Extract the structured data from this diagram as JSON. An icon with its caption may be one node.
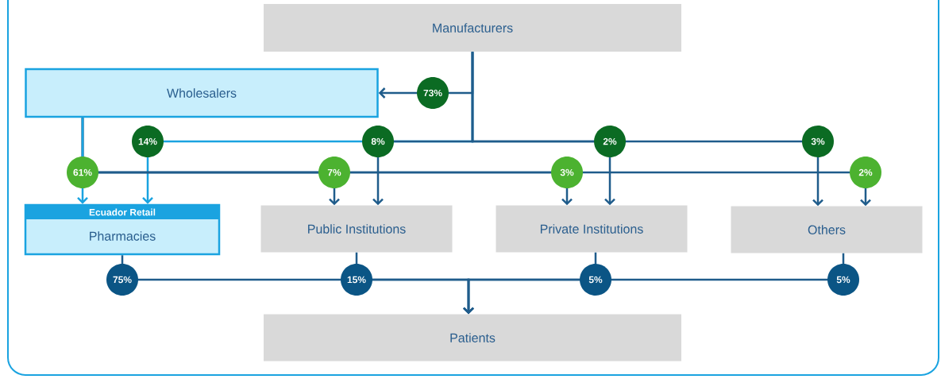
{
  "diagram": {
    "nodes": [
      {
        "text": [
          "Manufacturers"
        ]
      },
      {
        "text": [
          "Wholesalers"
        ]
      },
      {
        "text": [
          "Ecuador Retail",
          "Pharmacies"
        ]
      },
      {
        "text": [
          "Public Institutions"
        ]
      },
      {
        "text": [
          "Private Institutions"
        ]
      },
      {
        "text": [
          "Others"
        ]
      },
      {
        "text": [
          "Patients"
        ]
      }
    ],
    "edges": [
      {
        "from": 0,
        "to": 1,
        "arrow": "to",
        "label": "73%"
      },
      {
        "from": 0,
        "to": 2,
        "arrow": "to",
        "label": "14%",
        "color": "#1aa3e0"
      },
      {
        "from": 0,
        "to": 3,
        "arrow": "to",
        "label": "8%"
      },
      {
        "from": 0,
        "to": 4,
        "arrow": "to",
        "label": "2%"
      },
      {
        "from": 0,
        "to": 5,
        "arrow": "to",
        "label": "3%"
      },
      {
        "from": 1,
        "to": 2,
        "arrow": "to",
        "label": "61%",
        "color": "#1aa3e0"
      },
      {
        "from": 1,
        "to": 3,
        "arrow": "to",
        "label": "7%"
      },
      {
        "from": 1,
        "to": 4,
        "arrow": "to",
        "label": "3%"
      },
      {
        "from": 1,
        "to": 5,
        "arrow": "to",
        "label": "2%"
      },
      {
        "from": 2,
        "to": 6,
        "arrow": "to",
        "label": "75%"
      },
      {
        "from": 3,
        "to": 6,
        "arrow": "to",
        "label": "15%"
      },
      {
        "from": 4,
        "to": 6,
        "arrow": "to",
        "label": "5%"
      },
      {
        "from": 5,
        "to": 6,
        "arrow": "to",
        "label": "5%"
      }
    ]
  }
}
